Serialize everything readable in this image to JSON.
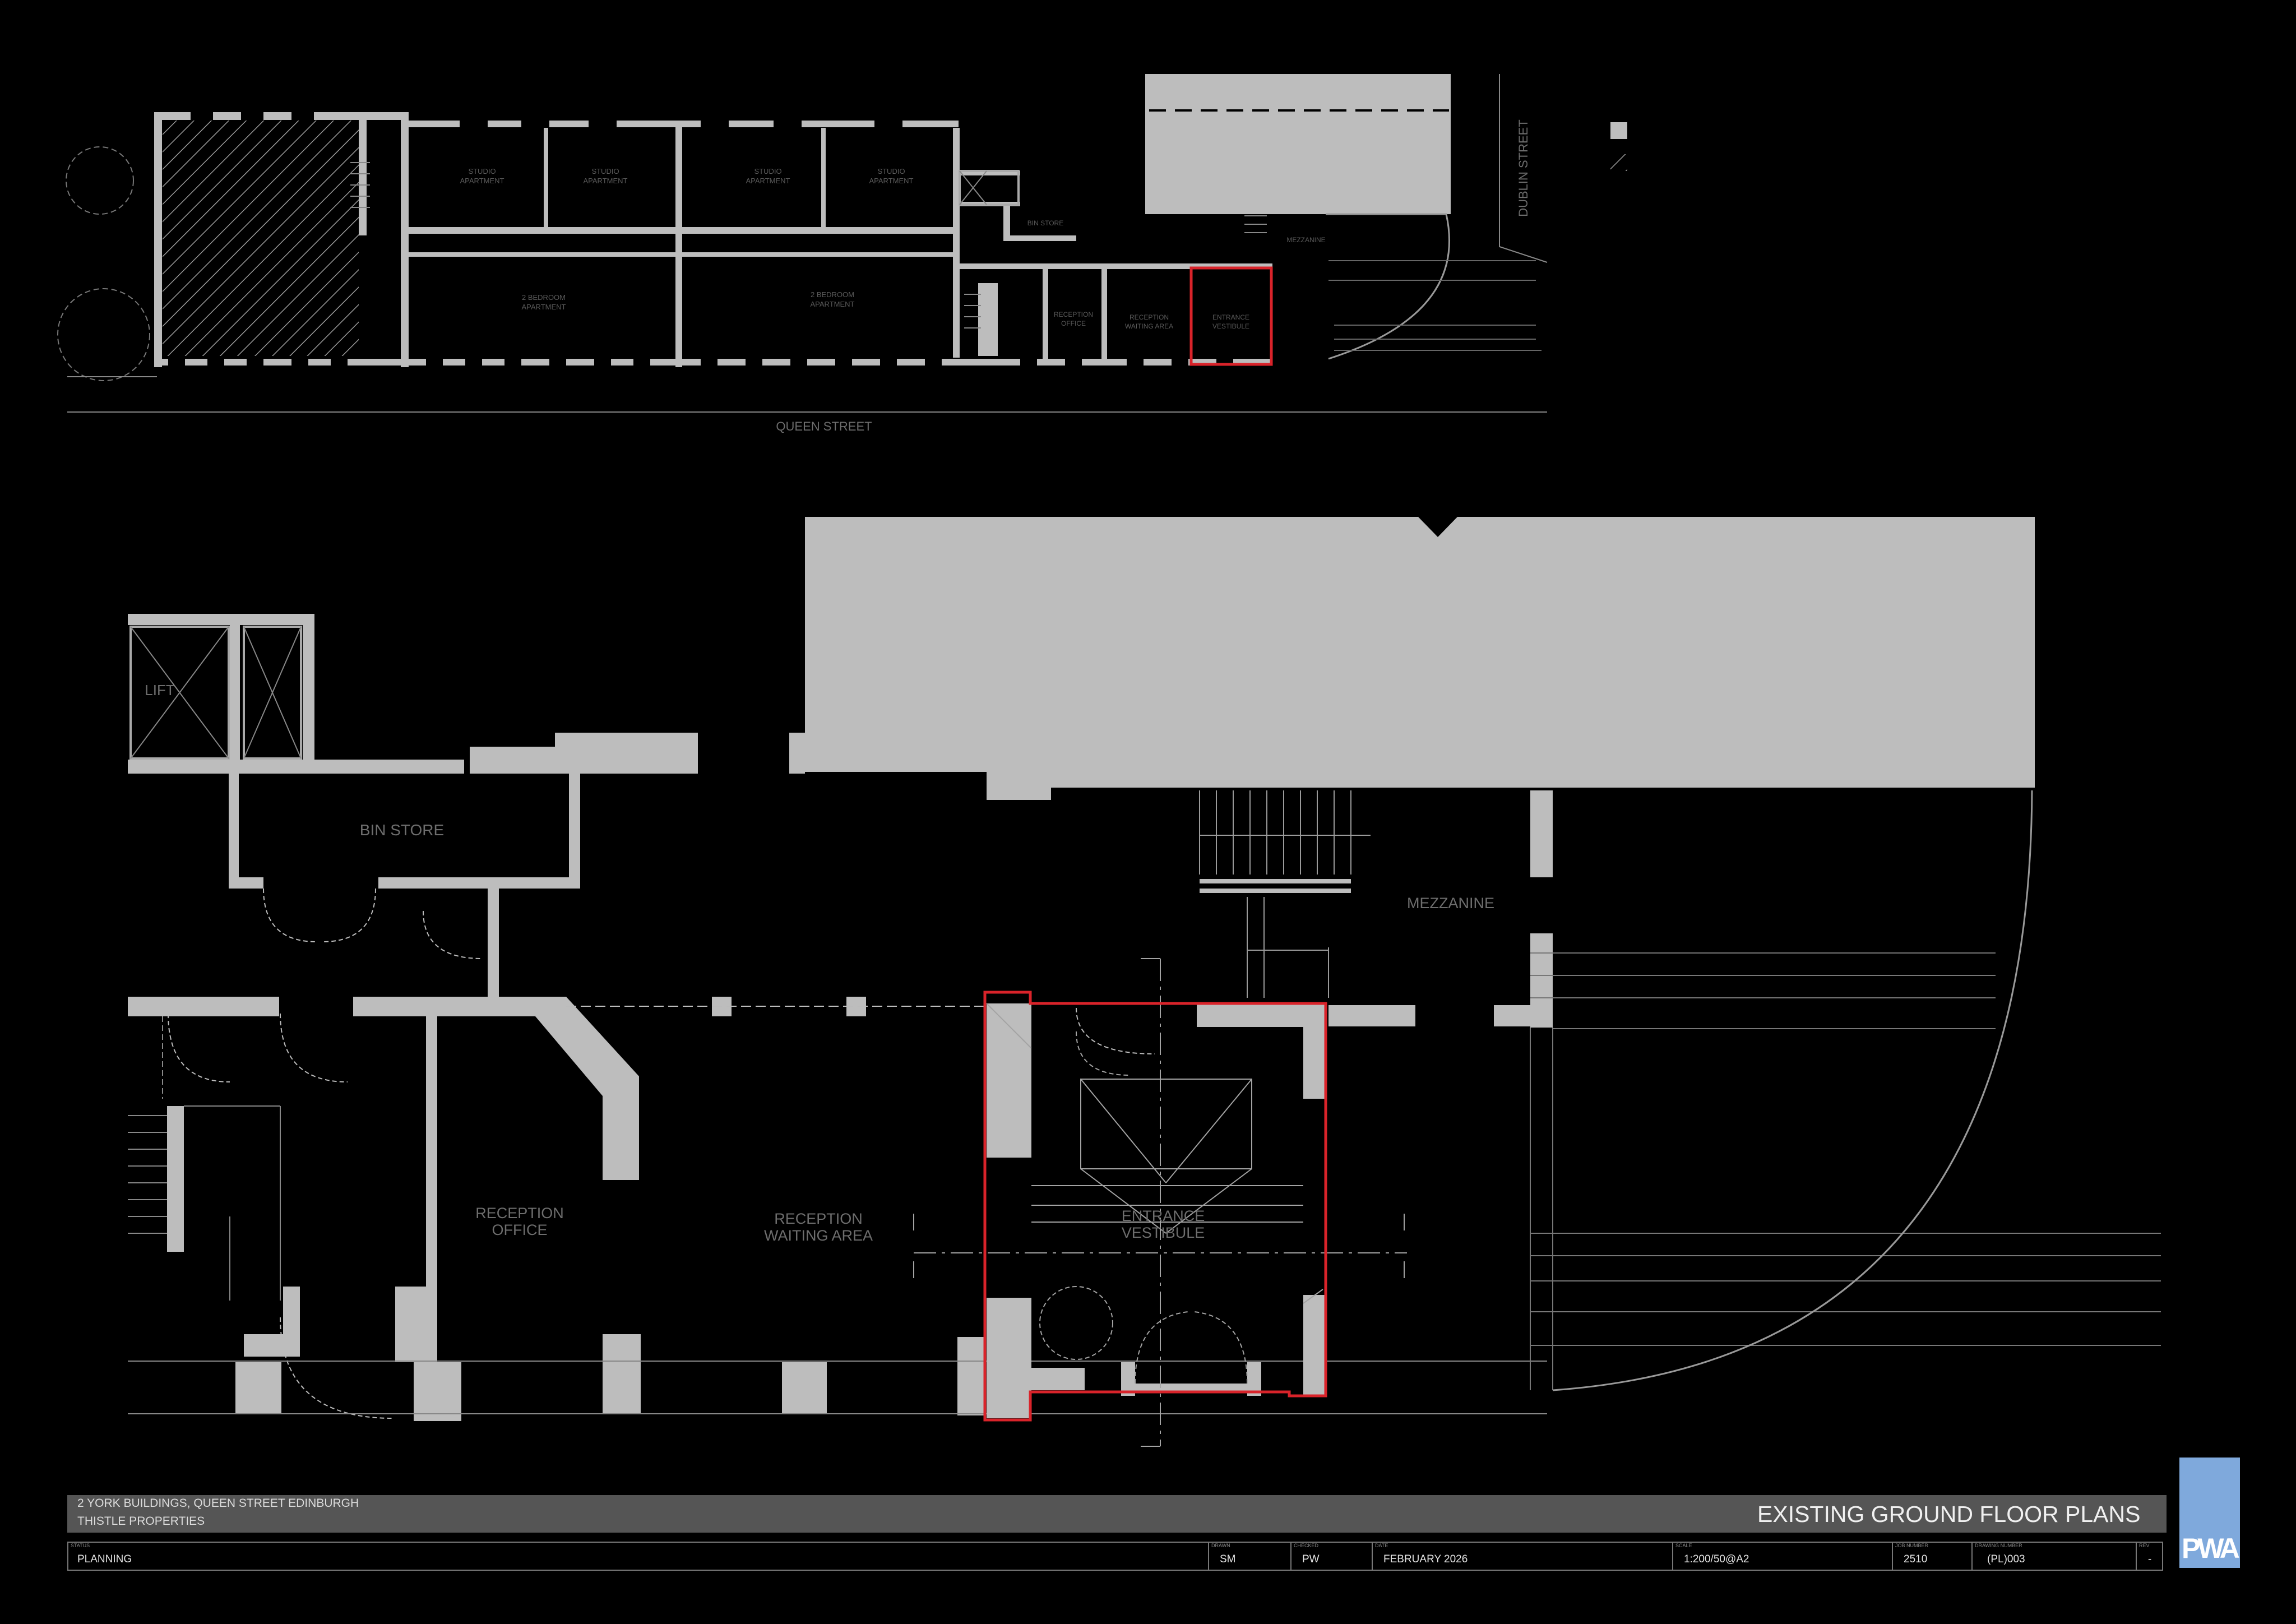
{
  "key_plan": {
    "room_labels": [
      {
        "name": "key-studio-1",
        "line1": "STUDIO",
        "line2": "APARTMENT"
      },
      {
        "name": "key-studio-2",
        "line1": "STUDIO",
        "line2": "APARTMENT"
      },
      {
        "name": "key-studio-3",
        "line1": "STUDIO",
        "line2": "APARTMENT"
      },
      {
        "name": "key-studio-4",
        "line1": "STUDIO",
        "line2": "APARTMENT"
      },
      {
        "name": "key-2bed-1",
        "line1": "2 BEDROOM",
        "line2": "APARTMENT"
      },
      {
        "name": "key-2bed-2",
        "line1": "2 BEDROOM",
        "line2": "APARTMENT"
      },
      {
        "name": "key-reception-office",
        "line1": "RECEPTION",
        "line2": "OFFICE"
      },
      {
        "name": "key-reception-waiting",
        "line1": "RECEPTION",
        "line2": "WAITING AREA"
      },
      {
        "name": "key-entrance-vestibule",
        "line1": "ENTRANCE",
        "line2": "VESTIBULE"
      },
      {
        "name": "key-bin-store",
        "line1": "BIN STORE",
        "line2": ""
      },
      {
        "name": "key-mezzanine",
        "line1": "MEZZANINE",
        "line2": ""
      }
    ],
    "street_queen": "QUEEN STREET",
    "street_dublin": "DUBLIN STREET"
  },
  "plan": {
    "lift": "LIFT",
    "bin_store": "BIN STORE",
    "mezzanine": "MEZZANINE",
    "reception_office_1": "RECEPTION",
    "reception_office_2": "OFFICE",
    "waiting_1": "RECEPTION",
    "waiting_2": "WAITING AREA",
    "vestibule_1": "ENTRANCE",
    "vestibule_2": "VESTIBULE"
  },
  "title_block": {
    "address": "2 YORK BUILDINGS, QUEEN STREET EDINBURGH",
    "client": "THISTLE PROPERTIES",
    "drawing_title": "EXISTING GROUND FLOOR PLANS",
    "status_caption": "STATUS",
    "status": "PLANNING",
    "drawn_caption": "DRAWN",
    "drawn": "SM",
    "checked_caption": "CHECKED",
    "checked": "PW",
    "date_caption": "DATE",
    "date": "FEBRUARY 2026",
    "scale_caption": "SCALE",
    "scale": "1:200/50@A2",
    "job_caption": "JOB NUMBER",
    "job": "2510",
    "drawing_no_caption": "DRAWING NUMBER",
    "drawing_no": "(PL)003",
    "rev_caption": "REV",
    "rev": "-",
    "logo": "PWA"
  },
  "colors": {
    "background": "#000000",
    "wall": "#bdbdbd",
    "highlight": "#d9232a",
    "title_bar": "#555555",
    "logo_blue": "#7fa9dc"
  }
}
